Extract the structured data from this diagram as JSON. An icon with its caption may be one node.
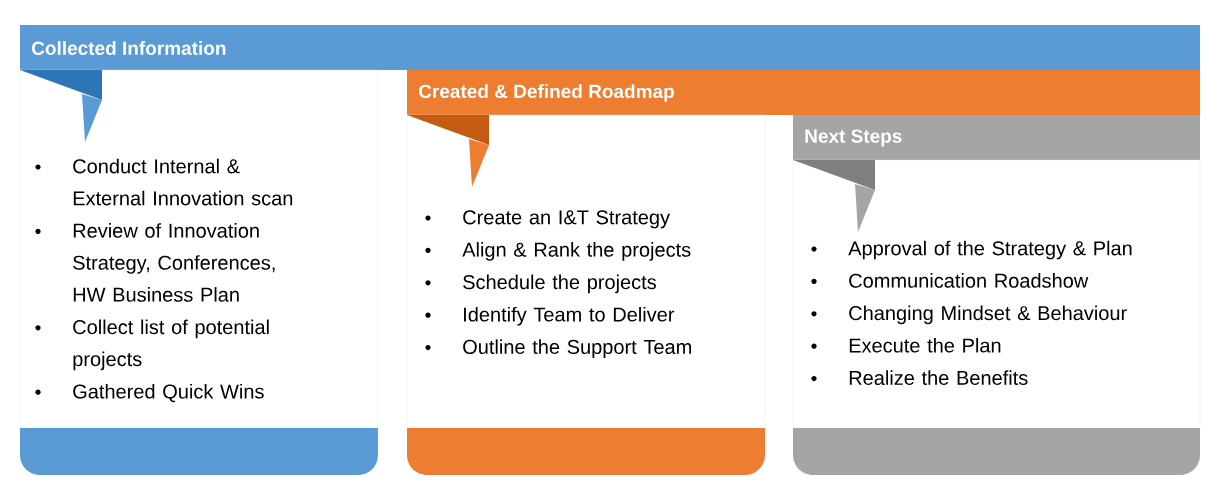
{
  "diagram": {
    "nodes": [
      {
        "text": [
          "Collected Information",
          "Conduct Internal & External Innovation scan",
          "Review of Innovation Strategy, Conferences, HW Business Plan",
          "Collect list of potential projects",
          "Gathered Quick Wins"
        ]
      },
      {
        "text": [
          "Created & Defined Roadmap",
          "Create an I&T Strategy",
          "Align & Rank the projects",
          "Schedule the projects",
          "Identify Team to Deliver",
          "Outline the Support Team"
        ]
      },
      {
        "text": [
          "Next Steps",
          "Approval of the Strategy & Plan",
          "Communication Roadshow",
          "Changing Mindset & Behaviour",
          "Execute the Plan",
          "Realize the Benefits"
        ]
      }
    ]
  }
}
